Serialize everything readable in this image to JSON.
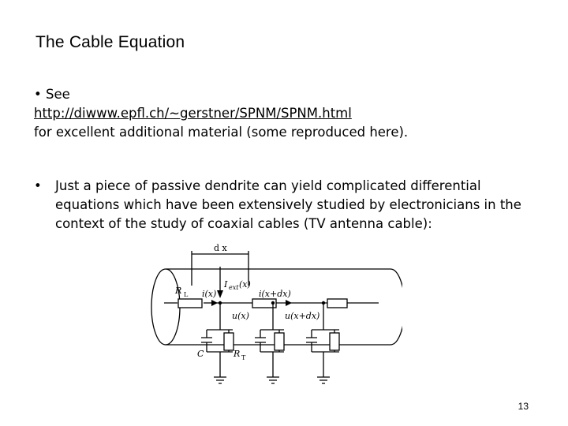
{
  "slide": {
    "title": "The Cable Equation",
    "bullet_symbol": "•",
    "bullet1": {
      "lead": "See",
      "link": "http://diwww.epfl.ch/~gerstner/SPNM/SPNM.html",
      "tail": "for excellent additional material (some reproduced here)."
    },
    "bullet2": {
      "text": "Just a piece of passive dendrite can yield complicated differential equations which have been extensively studied by electronicians in the context of the study of coaxial cables (TV antenna cable):"
    },
    "page_number": "13"
  },
  "diagram": {
    "dx_label": "d x",
    "rl_label": "R",
    "rl_sub": "L",
    "iext_label": "I",
    "iext_sub": "ext",
    "iext_arg": "(x)",
    "ix_label": "i(x)",
    "ixdx_label": "i(x+dx)",
    "ux_label": "u(x)",
    "uxdx_label": "u(x+dx)",
    "c_label": "C",
    "rt_label": "R",
    "rt_sub": "T"
  }
}
